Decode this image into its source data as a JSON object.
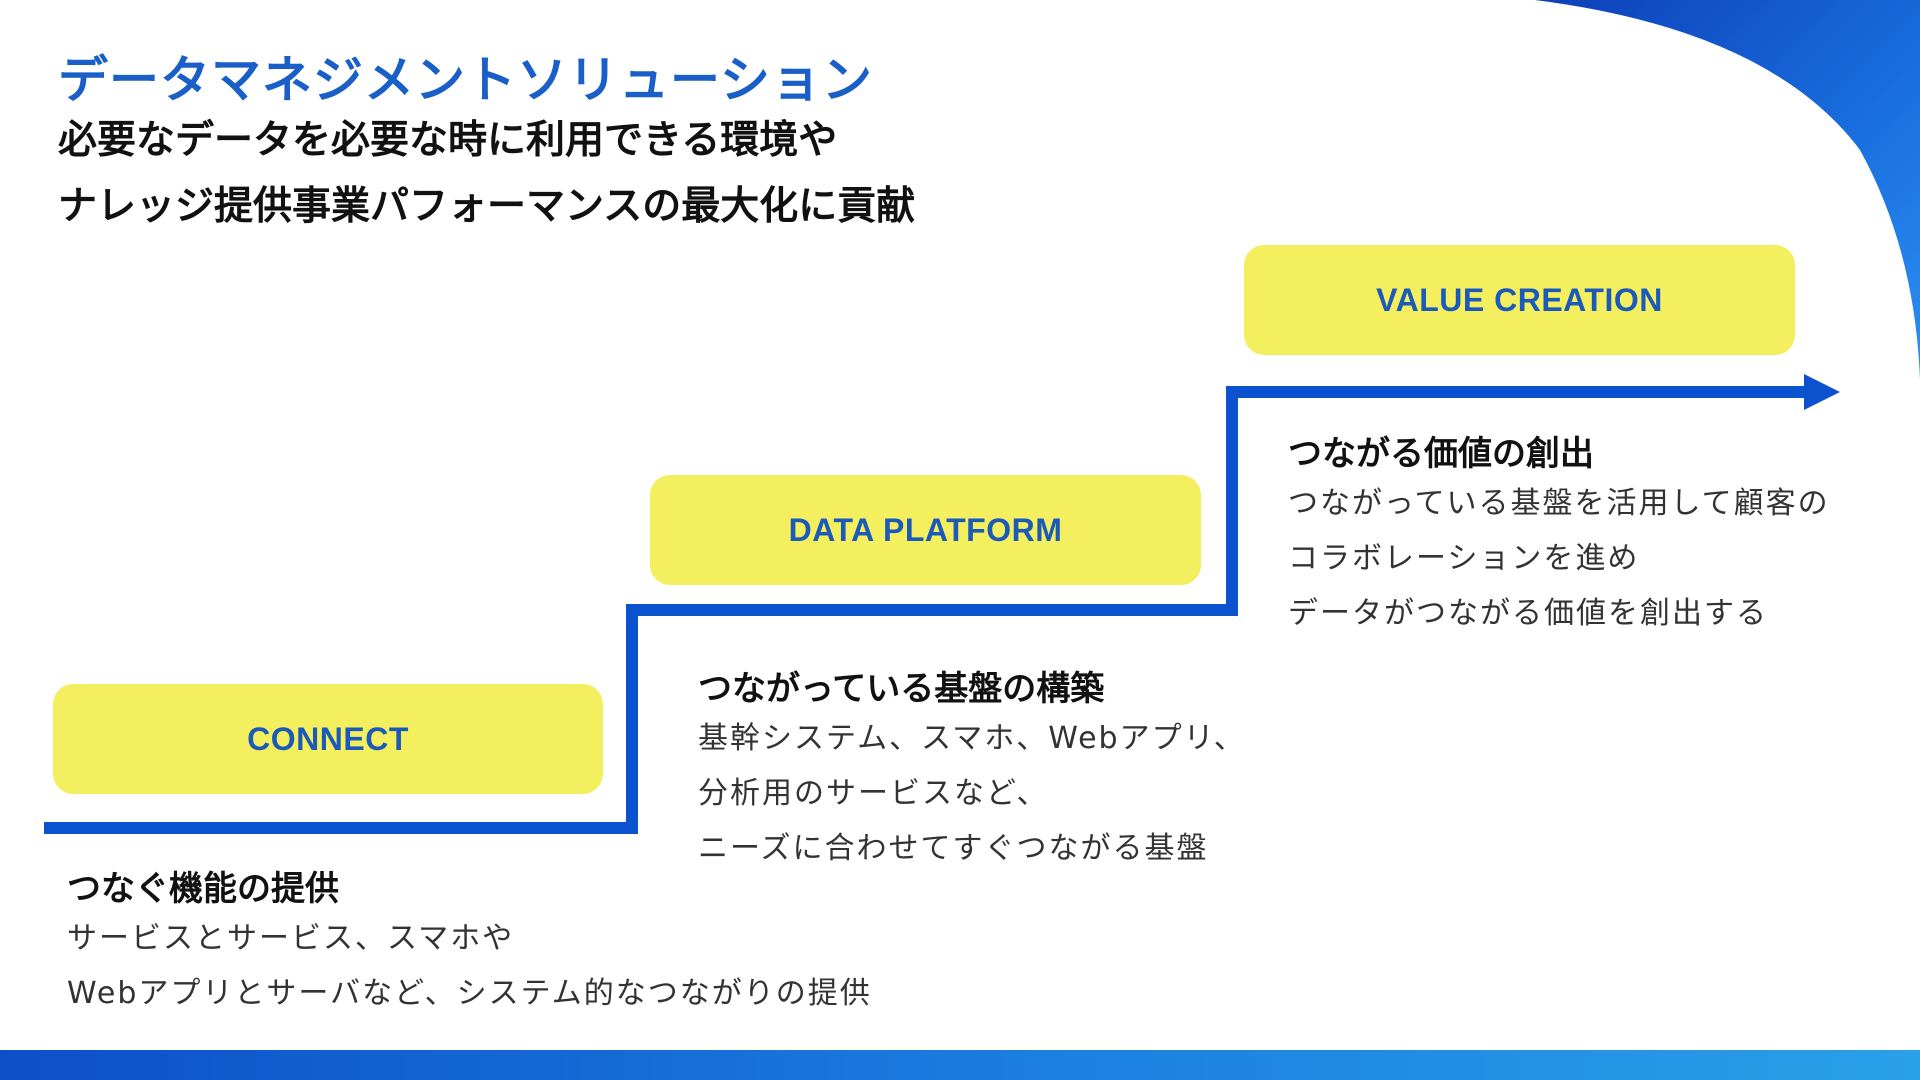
{
  "header": {
    "title": "データマネジメントソリューション",
    "subtitle_lines": [
      "必要なデータを必要な時に利用できる環境や",
      "ナレッジ提供事業パフォーマンスの最大化に貢献"
    ]
  },
  "steps": [
    {
      "label": "CONNECT",
      "heading": "つなぐ機能の提供",
      "lines": [
        "サービスとサービス、スマホや",
        "Webアプリとサーバなど、システム的なつながりの提供"
      ]
    },
    {
      "label": "DATA PLATFORM",
      "heading": "つながっている基盤の構築",
      "lines": [
        "基幹システム、スマホ、Webアプリ、",
        "分析用のサービスなど、",
        "ニーズに合わせてすぐつながる基盤"
      ]
    },
    {
      "label": "VALUE CREATION",
      "heading": "つながる価値の創出",
      "lines": [
        "つながっている基盤を活用して顧客の",
        "コラボレーションを進め",
        "データがつながる価値を創出する"
      ]
    }
  ],
  "colors": {
    "accent_blue": "#1a5fc8",
    "stair_blue": "#0b52cf",
    "box_yellow": "#f4ef5e",
    "label_blue": "#1b5ab8"
  }
}
